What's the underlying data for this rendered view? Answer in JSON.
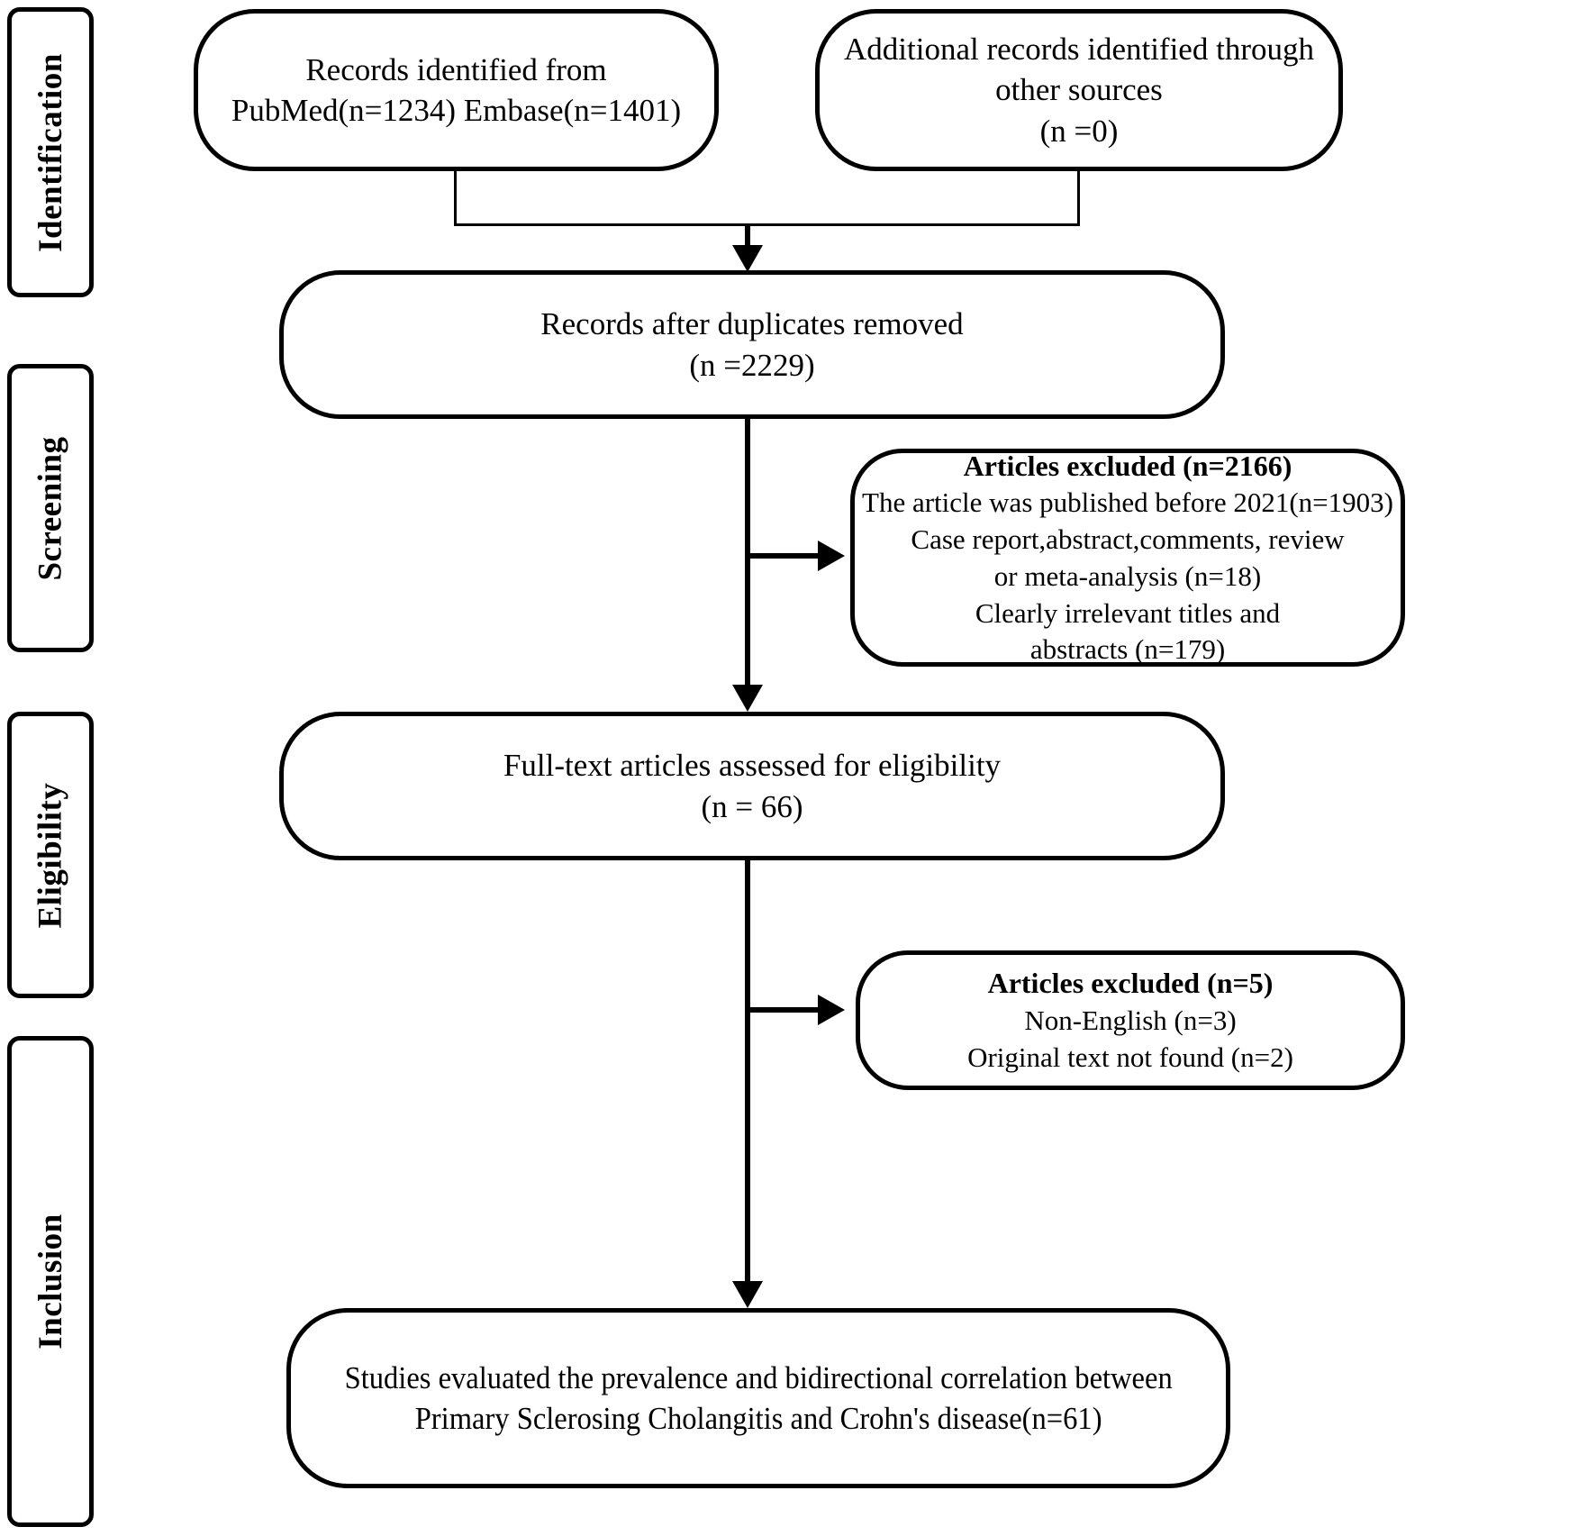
{
  "diagram": {
    "type": "prisma-flow-diagram",
    "title": "PRISMA flow diagram"
  },
  "stages": [
    {
      "label": "Identification"
    },
    {
      "label": "Screening"
    },
    {
      "label": "Eligibility"
    },
    {
      "label": "Inclusion"
    }
  ],
  "boxes": {
    "identified_databases": {
      "lines": [
        "Records identified from",
        "PubMed(n=1234) Embase(n=1401)"
      ]
    },
    "identified_other": {
      "lines": [
        "Additional records identified through",
        "other sources",
        "(n =0)"
      ]
    },
    "duplicates_removed": {
      "lines": [
        "Records after duplicates removed",
        "(n =2229)"
      ]
    },
    "excluded_screening": {
      "heading": "Articles excluded  (n=2166)",
      "lines": [
        "The article was published before 2021(n=1903)",
        "Case report,abstract,comments, review",
        "or meta-analysis  (n=18)",
        "Clearly irrelevant titles and",
        "abstracts (n=179)"
      ]
    },
    "fulltext_assessed": {
      "lines": [
        "Full-text articles assessed for eligibility",
        "(n = 66)"
      ]
    },
    "excluded_eligibility": {
      "heading": "Articles excluded  (n=5)",
      "lines": [
        "Non-English (n=3)",
        "Original text not found (n=2)"
      ]
    },
    "included_studies": {
      "lines": [
        "Studies evaluated the prevalence and bidirectional correlation between",
        "Primary Sclerosing Cholangitis and Crohn's disease(n=61)"
      ]
    }
  },
  "counts": {
    "pubmed": 1234,
    "embase": 1401,
    "other_sources": 0,
    "after_duplicates": 2229,
    "excluded_screening_total": 2166,
    "excluded_published_before_2021": 1903,
    "excluded_case_report_review_meta": 18,
    "excluded_irrelevant_titles_abstracts": 179,
    "fulltext_assessed": 66,
    "excluded_eligibility_total": 5,
    "excluded_non_english": 3,
    "excluded_original_text_not_found": 2,
    "included_studies": 61
  },
  "colors": {
    "stroke": "#000000",
    "background": "#ffffff",
    "text": "#000000"
  }
}
